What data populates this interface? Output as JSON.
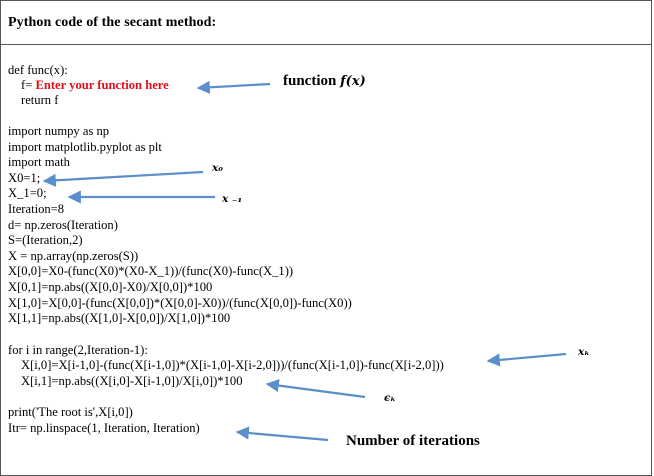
{
  "title": "Python code of the secant method:",
  "code_blocks": {
    "func_def": "def func(x):",
    "func_f": "f= ",
    "func_placeholder": "Enter your function here",
    "func_return": "return f",
    "imports": [
      "import numpy as np",
      "import matplotlib.pyplot as plt",
      "import math",
      "X0=1;",
      "X_1=0;",
      "Iteration=8",
      "d= np.zeros(Iteration)",
      "S=(Iteration,2)",
      "X = np.array(np.zeros(S))",
      "X[0,0]=X0-(func(X0)*(X0-X_1))/(func(X0)-func(X_1))",
      "X[0,1]=np.abs((X[0,0]-X0)/X[0,0])*100",
      "X[1,0]=X[0,0]-(func(X[0,0])*(X[0,0]-X0))/(func(X[0,0])-func(X0))",
      "X[1,1]=np.abs((X[1,0]-X[0,0])/X[1,0])*100"
    ],
    "loop_head": "for i in range(2,Iteration-1):",
    "loop_1": "X[i,0]=X[i-1,0]-(func(X[i-1,0])*(X[i-1,0]-X[i-2,0]))/(func(X[i-1,0])-func(X[i-2,0]))",
    "loop_2": "X[i,1]=np.abs((X[i,0]-X[i-1,0])/X[i,0])*100",
    "tail": [
      "print('The root is',X[i,0])",
      "Itr= np.linspace(1, Iteration, Iteration)"
    ]
  },
  "annotations": {
    "function_label": "function ",
    "function_math": "f(x)",
    "x0": "x₀",
    "x_minus1": "x ₋₁",
    "xk": "xₖ",
    "ek": "ϵₖ",
    "iterations_label": "Number of iterations"
  },
  "colors": {
    "arrow": "#5b8fc9",
    "placeholder_text": "#e0101a"
  }
}
